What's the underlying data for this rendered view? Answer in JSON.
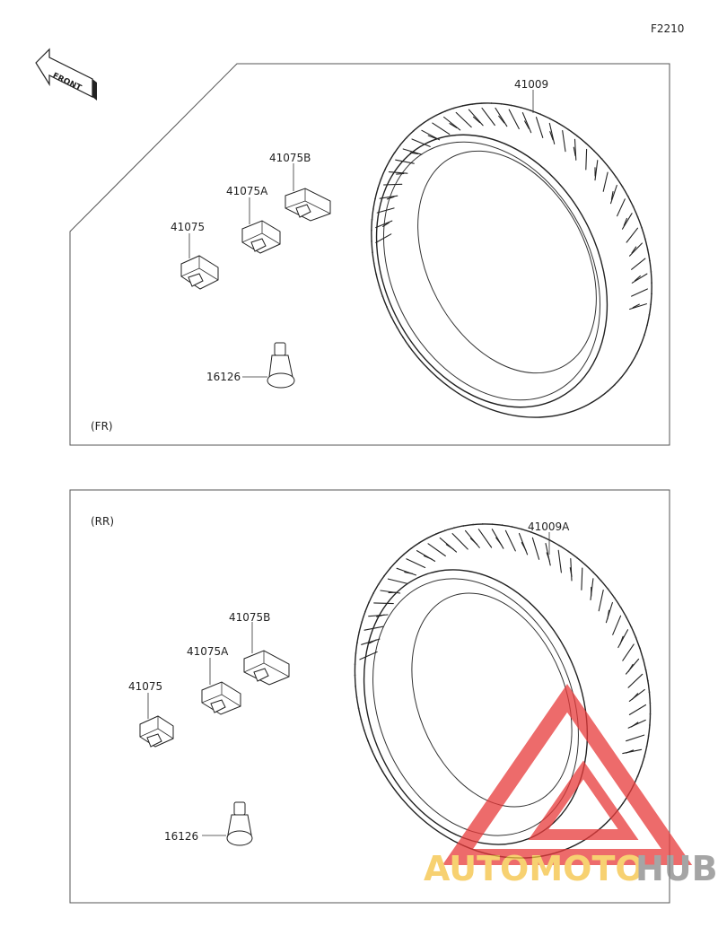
{
  "diagram_code": "F2210",
  "front_arrow_label": "FRONT",
  "front_section": {
    "tag": "(FR)",
    "parts": {
      "tire": "41009",
      "weight_b": "41075B",
      "weight_a": "41075A",
      "weight": "41075",
      "valve": "16126"
    }
  },
  "rear_section": {
    "tag": "(RR)",
    "parts": {
      "tire": "41009A",
      "weight_b": "41075B",
      "weight_a": "41075A",
      "weight": "41075",
      "valve": "16126"
    }
  },
  "watermark": {
    "part1": "AUTOMOTO",
    "part2": "HUB",
    "color1": "#f5c242",
    "color2": "#888888",
    "triangle_color": "#e83a3a"
  }
}
